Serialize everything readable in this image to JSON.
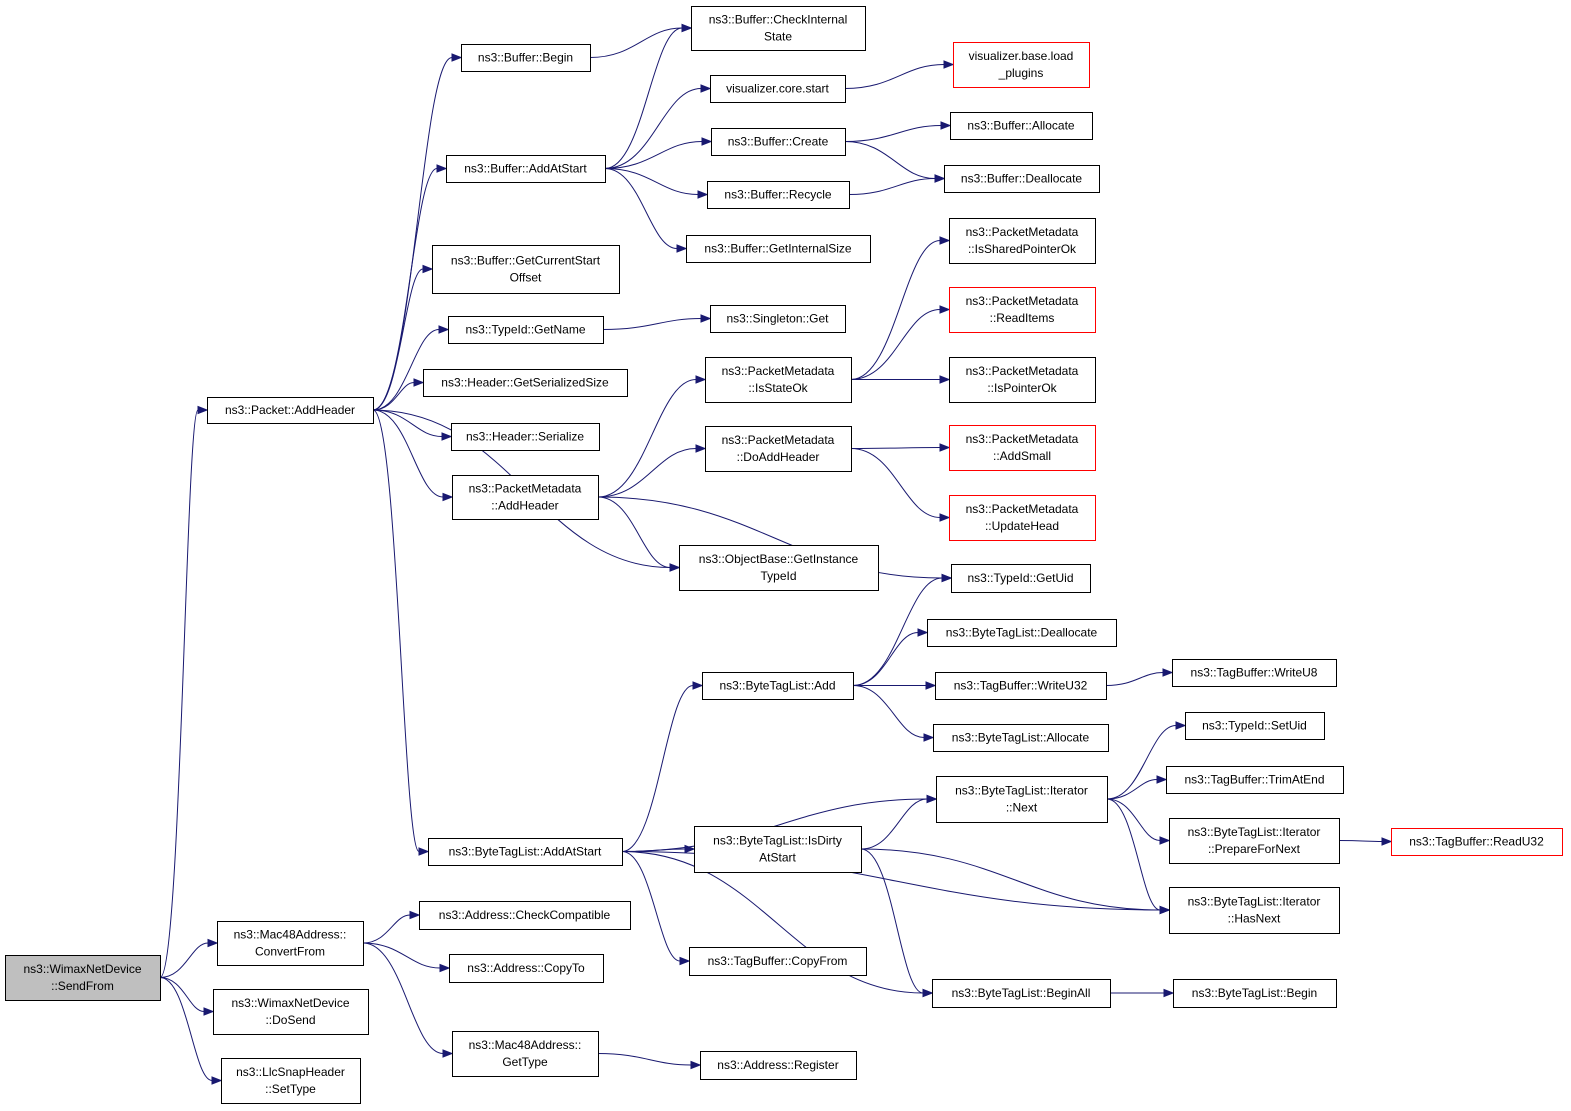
{
  "colors": {
    "edge": "#191970",
    "node_border": "#000000",
    "truncated_border": "#ff0000",
    "root_fill": "#bfbfbf"
  },
  "nodes": {
    "root": {
      "lines": [
        "ns3::WimaxNetDevice",
        "::SendFrom"
      ],
      "kind": "root"
    },
    "addHeader": {
      "lines": [
        "ns3::Packet::AddHeader"
      ]
    },
    "mac48Conv": {
      "lines": [
        "ns3::Mac48Address::",
        "ConvertFrom"
      ]
    },
    "doSend": {
      "lines": [
        "ns3::WimaxNetDevice",
        "::DoSend"
      ]
    },
    "llcSetType": {
      "lines": [
        "ns3::LlcSnapHeader",
        "::SetType"
      ]
    },
    "bufBegin": {
      "lines": [
        "ns3::Buffer::Begin"
      ]
    },
    "bufAddAtStart": {
      "lines": [
        "ns3::Buffer::AddAtStart"
      ]
    },
    "bufGetCSO": {
      "lines": [
        "ns3::Buffer::GetCurrentStart",
        "Offset"
      ]
    },
    "typeGetName": {
      "lines": [
        "ns3::TypeId::GetName"
      ]
    },
    "hdrGetSS": {
      "lines": [
        "ns3::Header::GetSerializedSize"
      ]
    },
    "hdrSerialize": {
      "lines": [
        "ns3::Header::Serialize"
      ]
    },
    "pmAddHeader": {
      "lines": [
        "ns3::PacketMetadata",
        "::AddHeader"
      ]
    },
    "btlAddAtStart": {
      "lines": [
        "ns3::ByteTagList::AddAtStart"
      ]
    },
    "bufCheckInternal": {
      "lines": [
        "ns3::Buffer::CheckInternal",
        "State"
      ]
    },
    "vizCoreStart": {
      "lines": [
        "visualizer.core.start"
      ]
    },
    "bufCreate": {
      "lines": [
        "ns3::Buffer::Create"
      ]
    },
    "bufRecycle": {
      "lines": [
        "ns3::Buffer::Recycle"
      ]
    },
    "bufGetInternalSize": {
      "lines": [
        "ns3::Buffer::GetInternalSize"
      ]
    },
    "vizLoadPlugins": {
      "lines": [
        "visualizer.base.load",
        "_plugins"
      ],
      "kind": "red"
    },
    "bufAllocate": {
      "lines": [
        "ns3::Buffer::Allocate"
      ]
    },
    "bufDeallocate": {
      "lines": [
        "ns3::Buffer::Deallocate"
      ]
    },
    "singletonGet": {
      "lines": [
        "ns3::Singleton::Get"
      ]
    },
    "pmIsStateOk": {
      "lines": [
        "ns3::PacketMetadata",
        "::IsStateOk"
      ]
    },
    "pmDoAddHeader": {
      "lines": [
        "ns3::PacketMetadata",
        "::DoAddHeader"
      ]
    },
    "pmIsSharedPtrOk": {
      "lines": [
        "ns3::PacketMetadata",
        "::IsSharedPointerOk"
      ]
    },
    "pmReadItems": {
      "lines": [
        "ns3::PacketMetadata",
        "::ReadItems"
      ],
      "kind": "red"
    },
    "pmIsPointerOk": {
      "lines": [
        "ns3::PacketMetadata",
        "::IsPointerOk"
      ]
    },
    "pmAddSmall": {
      "lines": [
        "ns3::PacketMetadata",
        "::AddSmall"
      ],
      "kind": "red"
    },
    "pmUpdateHead": {
      "lines": [
        "ns3::PacketMetadata",
        "::UpdateHead"
      ],
      "kind": "red"
    },
    "obGetInstanceTypeId": {
      "lines": [
        "ns3::ObjectBase::GetInstance",
        "TypeId"
      ]
    },
    "typeGetUid": {
      "lines": [
        "ns3::TypeId::GetUid"
      ]
    },
    "btlAdd": {
      "lines": [
        "ns3::ByteTagList::Add"
      ]
    },
    "btlDeallocate": {
      "lines": [
        "ns3::ByteTagList::Deallocate"
      ]
    },
    "tbWriteU32": {
      "lines": [
        "ns3::TagBuffer::WriteU32"
      ]
    },
    "btlAllocate": {
      "lines": [
        "ns3::ByteTagList::Allocate"
      ]
    },
    "tbWriteU8": {
      "lines": [
        "ns3::TagBuffer::WriteU8"
      ]
    },
    "typeSetUid": {
      "lines": [
        "ns3::TypeId::SetUid"
      ]
    },
    "btliNext": {
      "lines": [
        "ns3::ByteTagList::Iterator",
        "::Next"
      ]
    },
    "tbTrimAtEnd": {
      "lines": [
        "ns3::TagBuffer::TrimAtEnd"
      ]
    },
    "btlIsDirty": {
      "lines": [
        "ns3::ByteTagList::IsDirty",
        "AtStart"
      ]
    },
    "btliPrepare": {
      "lines": [
        "ns3::ByteTagList::Iterator",
        "::PrepareForNext"
      ]
    },
    "tbReadU32": {
      "lines": [
        "ns3::TagBuffer::ReadU32"
      ],
      "kind": "red"
    },
    "btliHasNext": {
      "lines": [
        "ns3::ByteTagList::Iterator",
        "::HasNext"
      ]
    },
    "tbCopyFrom": {
      "lines": [
        "ns3::TagBuffer::CopyFrom"
      ]
    },
    "btlBeginAll": {
      "lines": [
        "ns3::ByteTagList::BeginAll"
      ]
    },
    "btlBegin": {
      "lines": [
        "ns3::ByteTagList::Begin"
      ]
    },
    "addrCheckCompat": {
      "lines": [
        "ns3::Address::CheckCompatible"
      ]
    },
    "addrCopyTo": {
      "lines": [
        "ns3::Address::CopyTo"
      ]
    },
    "mac48GetType": {
      "lines": [
        "ns3::Mac48Address::",
        "GetType"
      ]
    },
    "addrRegister": {
      "lines": [
        "ns3::Address::Register"
      ]
    }
  },
  "edges": [
    [
      "root",
      "addHeader"
    ],
    [
      "root",
      "mac48Conv"
    ],
    [
      "root",
      "doSend"
    ],
    [
      "root",
      "llcSetType"
    ],
    [
      "addHeader",
      "bufBegin"
    ],
    [
      "addHeader",
      "bufAddAtStart"
    ],
    [
      "addHeader",
      "bufGetCSO"
    ],
    [
      "addHeader",
      "typeGetName"
    ],
    [
      "addHeader",
      "hdrGetSS"
    ],
    [
      "addHeader",
      "hdrSerialize"
    ],
    [
      "addHeader",
      "pmAddHeader"
    ],
    [
      "addHeader",
      "obGetInstanceTypeId"
    ],
    [
      "addHeader",
      "btlAddAtStart"
    ],
    [
      "bufBegin",
      "bufCheckInternal"
    ],
    [
      "bufAddAtStart",
      "bufCheckInternal"
    ],
    [
      "bufAddAtStart",
      "vizCoreStart"
    ],
    [
      "bufAddAtStart",
      "bufCreate"
    ],
    [
      "bufAddAtStart",
      "bufRecycle"
    ],
    [
      "bufAddAtStart",
      "bufGetInternalSize"
    ],
    [
      "vizCoreStart",
      "vizLoadPlugins"
    ],
    [
      "bufCreate",
      "bufAllocate"
    ],
    [
      "bufCreate",
      "bufDeallocate"
    ],
    [
      "bufRecycle",
      "bufDeallocate"
    ],
    [
      "typeGetName",
      "singletonGet"
    ],
    [
      "pmAddHeader",
      "pmIsStateOk"
    ],
    [
      "pmAddHeader",
      "pmDoAddHeader"
    ],
    [
      "pmAddHeader",
      "obGetInstanceTypeId"
    ],
    [
      "pmAddHeader",
      "typeGetUid"
    ],
    [
      "pmIsStateOk",
      "pmIsSharedPtrOk"
    ],
    [
      "pmIsStateOk",
      "pmReadItems"
    ],
    [
      "pmIsStateOk",
      "pmIsPointerOk"
    ],
    [
      "pmDoAddHeader",
      "pmAddSmall"
    ],
    [
      "pmDoAddHeader",
      "pmUpdateHead"
    ],
    [
      "btlAddAtStart",
      "btlAdd"
    ],
    [
      "btlAddAtStart",
      "btliNext"
    ],
    [
      "btlAddAtStart",
      "btlIsDirty"
    ],
    [
      "btlAddAtStart",
      "btliHasNext"
    ],
    [
      "btlAddAtStart",
      "tbCopyFrom"
    ],
    [
      "btlAddAtStart",
      "btlBeginAll"
    ],
    [
      "btlAdd",
      "typeGetUid"
    ],
    [
      "btlAdd",
      "btlDeallocate"
    ],
    [
      "btlAdd",
      "tbWriteU32"
    ],
    [
      "btlAdd",
      "btlAllocate"
    ],
    [
      "tbWriteU32",
      "tbWriteU8"
    ],
    [
      "btliNext",
      "typeSetUid"
    ],
    [
      "btliNext",
      "tbTrimAtEnd"
    ],
    [
      "btliNext",
      "btliPrepare"
    ],
    [
      "btliNext",
      "btliHasNext"
    ],
    [
      "btliPrepare",
      "tbReadU32"
    ],
    [
      "btlIsDirty",
      "btliNext"
    ],
    [
      "btlIsDirty",
      "btliHasNext"
    ],
    [
      "btlIsDirty",
      "btlBeginAll"
    ],
    [
      "btlBeginAll",
      "btlBegin"
    ],
    [
      "mac48Conv",
      "addrCheckCompat"
    ],
    [
      "mac48Conv",
      "addrCopyTo"
    ],
    [
      "mac48Conv",
      "mac48GetType"
    ],
    [
      "mac48GetType",
      "addrRegister"
    ]
  ]
}
